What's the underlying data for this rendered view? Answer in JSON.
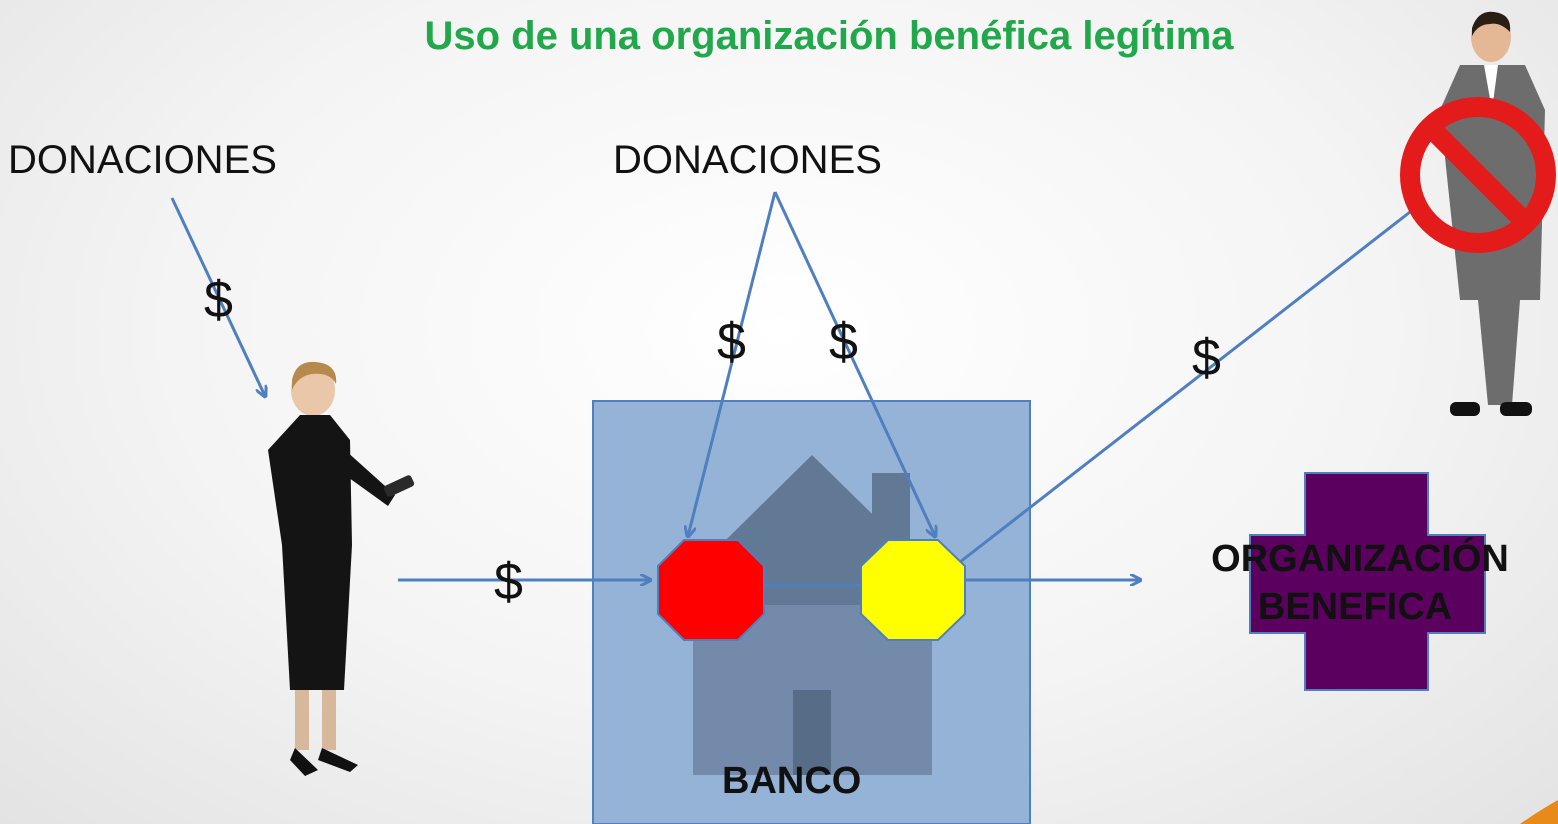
{
  "slide": {
    "title": "Uso de una organización benéfica legítima",
    "left_label": "DONACIONES",
    "center_label": "DONACIONES",
    "dollar_sign": "$",
    "bank_label": "BANCO",
    "charity_label_line1": "ORGANIZACIÓN",
    "charity_label_line2": "BENEFICA"
  },
  "colors": {
    "title": "#21a84a",
    "arrow": "#4f7fbf",
    "bank_box": "#95b3d7",
    "house": "#5a6f8a",
    "red_node": "#ff0000",
    "yellow_node": "#ffff00",
    "cross": "#5b005e",
    "prohibited": "#e41b1b"
  }
}
